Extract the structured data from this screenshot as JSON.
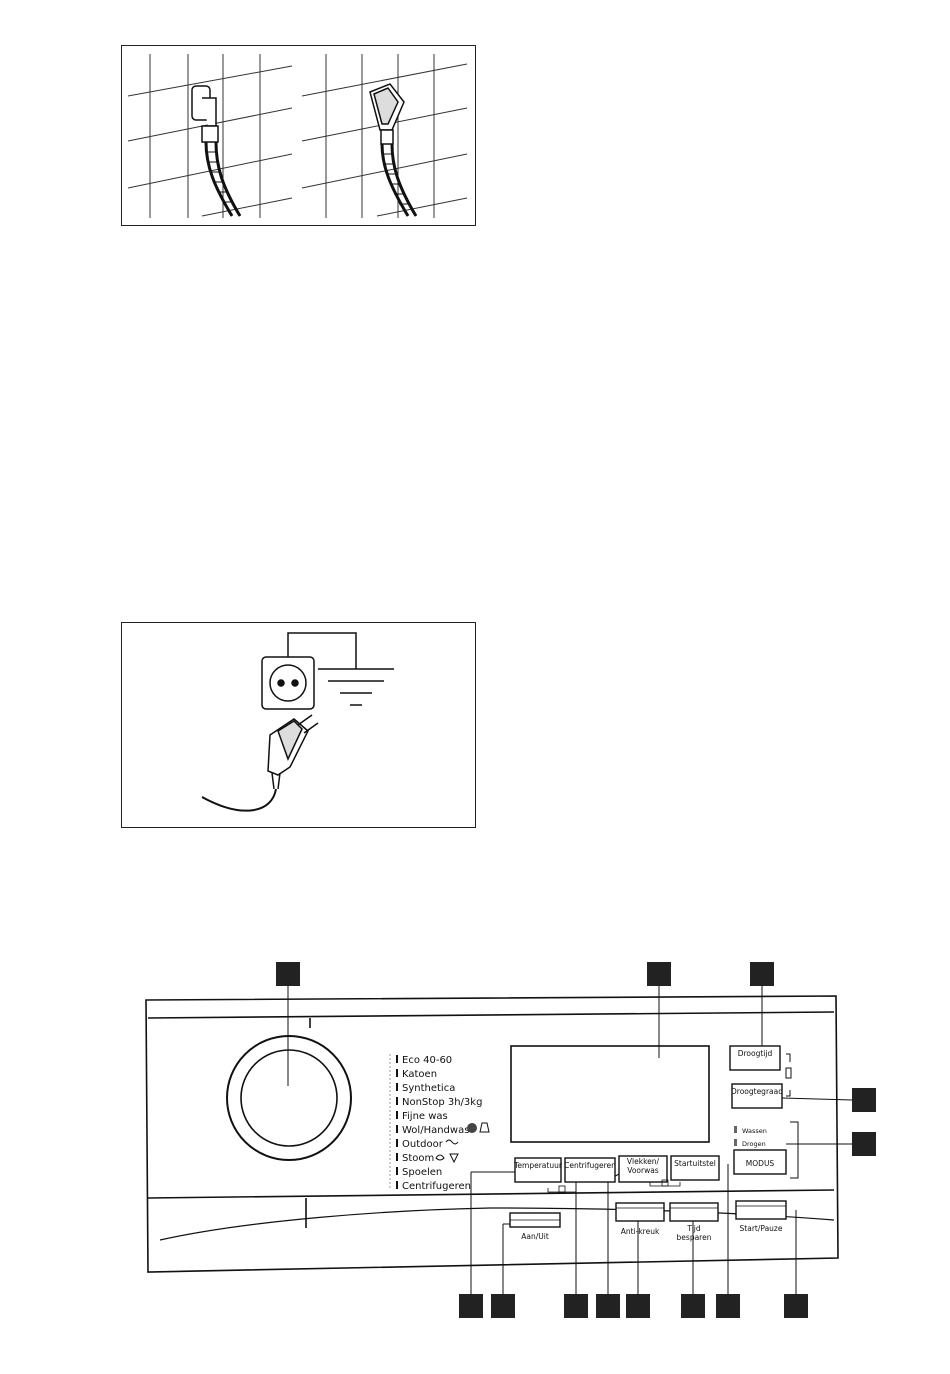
{
  "panel": {
    "programmes": [
      "Eco 40-60",
      "Katoen",
      "Synthetica",
      "NonStop 3h/3kg",
      "Fijne was",
      "Wol/Handwas",
      "Outdoor",
      "Stoom",
      "Spoelen",
      "Centrifugeren"
    ],
    "buttons": {
      "temperature": "Temperatuur",
      "spin": "Centrifugeren",
      "stains_line1": "Vlekken/",
      "stains_line2": "Voorwas",
      "delay_start": "Startuitstel",
      "dry_time": "Droogtijd",
      "dry_level": "Droogtegraad",
      "mode": "MODUS",
      "on_off": "Aan/Uit",
      "anti_crease": "Anti-kreuk",
      "time_save_line1": "Tijd",
      "time_save_line2": "besparen",
      "start_pause": "Start/Pauze"
    },
    "mode_indicators": [
      "Wassen",
      "Drogen"
    ]
  }
}
